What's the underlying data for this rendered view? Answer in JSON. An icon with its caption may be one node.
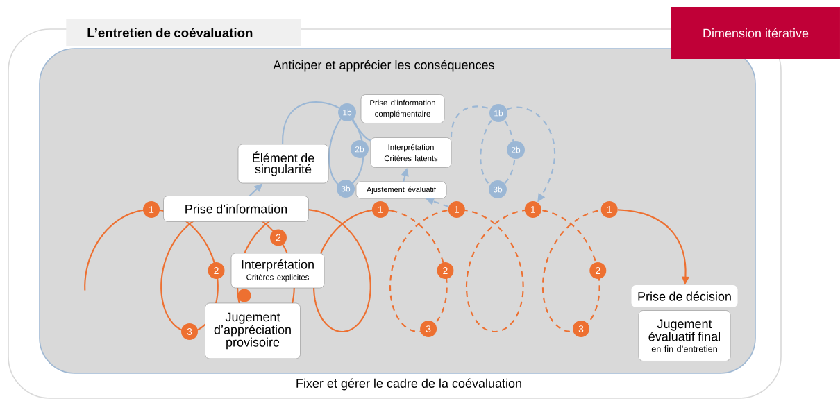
{
  "diagram": {
    "nodes": [
      {
        "text": [
          "L’entretien de coévaluation",
          "Fixer et gérer le cadre de la coévaluation"
        ]
      },
      {
        "text": [
          "Dimension itérative"
        ]
      },
      {
        "text": [
          "Anticiper et apprécier les conséquences"
        ],
        "in": 0
      },
      {
        "text": [
          "Élément de singularité"
        ],
        "in": 2
      },
      {
        "text": [
          "Prise d’information complémentaire"
        ],
        "in": 2
      },
      {
        "text": [
          "Interprétation",
          "Critères latents"
        ],
        "in": 2
      },
      {
        "text": [
          "Ajustement évaluatif"
        ],
        "in": 2
      },
      {
        "text": [
          "Prise d’information"
        ],
        "in": 2
      },
      {
        "text": [
          "Interprétation",
          "Critères explicites"
        ],
        "in": 2
      },
      {
        "text": [
          "Jugement d’appréciation provisoire"
        ],
        "in": 2
      },
      {
        "text": [
          "Prise de décision"
        ],
        "in": 2
      },
      {
        "text": [
          "Jugement évaluatif final",
          "en fin d’entretien"
        ],
        "in": 2
      },
      {
        "text": [
          "1b"
        ],
        "in": 2
      },
      {
        "text": [
          "2b"
        ],
        "in": 2
      },
      {
        "text": [
          "3b"
        ],
        "in": 2
      },
      {
        "text": [
          "1b"
        ],
        "in": 2
      },
      {
        "text": [
          "2b"
        ],
        "in": 2
      },
      {
        "text": [
          "3b"
        ],
        "in": 2
      },
      {
        "text": [
          "1"
        ],
        "in": 2
      },
      {
        "text": [
          "2"
        ],
        "in": 2
      },
      {
        "text": [
          "2"
        ],
        "in": 2
      },
      {
        "text": [
          "3"
        ],
        "in": 2
      },
      {
        "text": [
          "1"
        ],
        "in": 2
      },
      {
        "text": [
          "1"
        ],
        "in": 2
      },
      {
        "text": [
          "1"
        ],
        "in": 2
      },
      {
        "text": [
          "1"
        ],
        "in": 2
      },
      {
        "text": [
          "2"
        ],
        "in": 2
      },
      {
        "text": [
          "2"
        ],
        "in": 2
      },
      {
        "text": [
          "3"
        ],
        "in": 2
      },
      {
        "text": [
          "3"
        ],
        "in": 2
      },
      {
        "text": [],
        "shape": "circle",
        "in": 2
      }
    ],
    "edges": [
      {
        "from": 7,
        "to": 3,
        "arrow": "to"
      },
      {
        "from": 6,
        "to": 5,
        "arrow": "to"
      },
      {
        "from": 23,
        "to": 6,
        "arrow": "to",
        "style": "dashed"
      },
      {
        "from": 15,
        "to": 24,
        "arrow": "to",
        "style": "dashed"
      },
      {
        "from": 25,
        "to": 10,
        "arrow": "to",
        "color": "#ed7031"
      },
      {
        "from": 3,
        "to": 12,
        "arrow": "none"
      },
      {
        "from": 12,
        "to": 5,
        "arrow": "none"
      }
    ]
  }
}
